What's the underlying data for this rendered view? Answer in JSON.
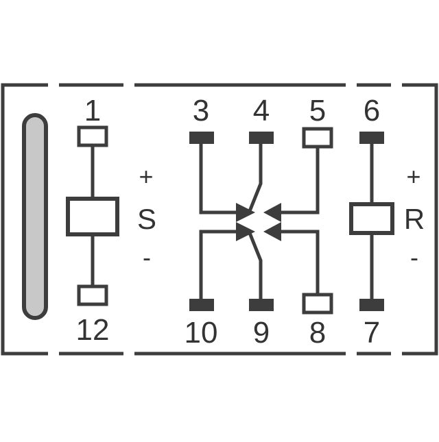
{
  "colors": {
    "line": "#3d3d3d",
    "open_pad_fill": "#ffffff",
    "background": "#ffffff",
    "indicator_fill": "#c8c8c8"
  },
  "pins_top": [
    "1",
    "3",
    "4",
    "5",
    "6"
  ],
  "pins_bottom": [
    "12",
    "10",
    "9",
    "8",
    "7"
  ],
  "coil_s": {
    "label": "S",
    "plus": "+",
    "minus": "-"
  },
  "coil_r": {
    "label": "R",
    "plus": "+",
    "minus": "-"
  }
}
